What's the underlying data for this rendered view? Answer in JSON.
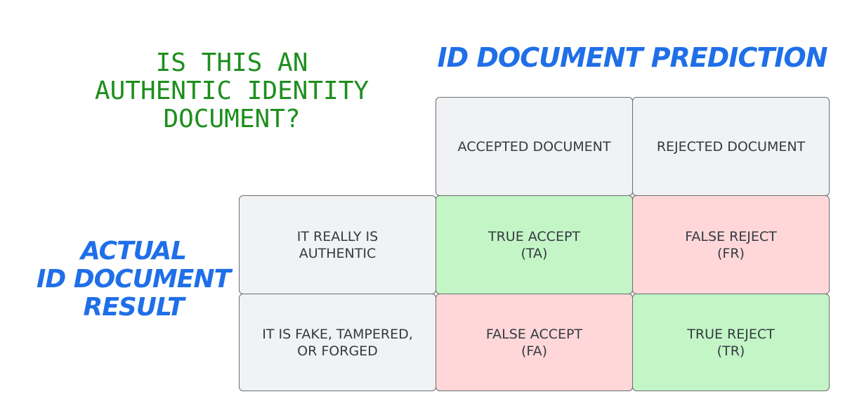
{
  "question": "IS THIS AN\nAUTHENTIC IDENTITY\nDOCUMENT?",
  "prediction_title": "ID DOCUMENT PREDICTION",
  "actual_title": "ACTUAL\nID DOCUMENT\nRESULT",
  "columns": [
    "ACCEPTED DOCUMENT",
    "REJECTED DOCUMENT"
  ],
  "rows": [
    "IT REALLY IS\nAUTHENTIC",
    "IT IS FAKE, TAMPERED,\nOR FORGED"
  ],
  "cells": [
    [
      "TRUE ACCEPT\n(TA)",
      "FALSE REJECT\n(FR)"
    ],
    [
      "FALSE ACCEPT\n(FA)",
      "TRUE REJECT\n(TR)"
    ]
  ],
  "colors": {
    "header": "#f1f2f4",
    "correct": "#c3f5c6",
    "error": "#ffd7d9",
    "question": "#1d8f1d",
    "axis_titles": "#1f6fe8"
  }
}
